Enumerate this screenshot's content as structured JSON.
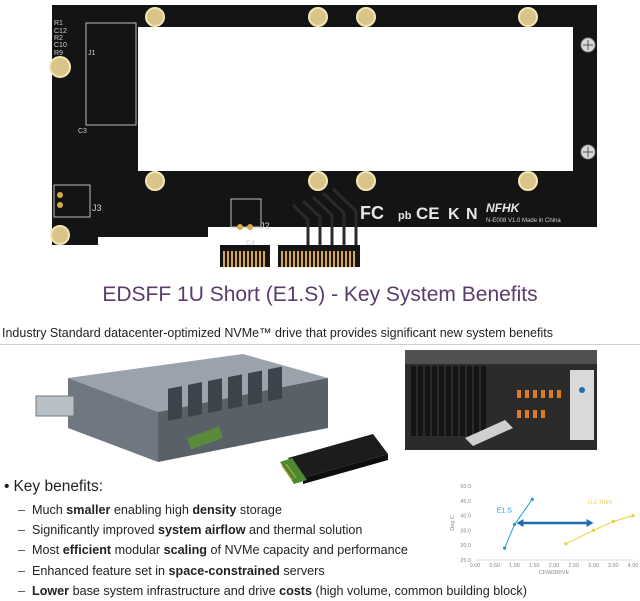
{
  "board": {
    "silk_labels": [
      "J1",
      "J2",
      "J3",
      "C3",
      "C4",
      "C12",
      "C10",
      "R1",
      "R2",
      "R9"
    ],
    "brand": "NFHK",
    "model": "N-E008 V1.0 Made in China",
    "cert_marks": [
      "FC",
      "pb",
      "CE",
      "K",
      "N"
    ]
  },
  "headline": "EDSFF 1U Short (E1.S) - Key System Benefits",
  "intro": "Industry Standard datacenter-optimized NVMe™ drive that provides significant new system benefits",
  "benefits": {
    "title": "Key benefits:",
    "items": [
      {
        "parts": [
          {
            "t": "Much ",
            "b": false
          },
          {
            "t": "smaller",
            "b": true
          },
          {
            "t": " enabling high ",
            "b": false
          },
          {
            "t": "density",
            "b": true
          },
          {
            "t": " storage",
            "b": false
          }
        ]
      },
      {
        "parts": [
          {
            "t": "Significantly improved ",
            "b": false
          },
          {
            "t": "system airflow",
            "b": true
          },
          {
            "t": " and thermal solution",
            "b": false
          }
        ]
      },
      {
        "parts": [
          {
            "t": "Most ",
            "b": false
          },
          {
            "t": "efficient",
            "b": true
          },
          {
            "t": " modular ",
            "b": false
          },
          {
            "t": "scaling",
            "b": true
          },
          {
            "t": " of NVMe capacity and performance",
            "b": false
          }
        ]
      },
      {
        "parts": [
          {
            "t": "Enhanced feature set in ",
            "b": false
          },
          {
            "t": "space-constrained",
            "b": true
          },
          {
            "t": " servers",
            "b": false
          }
        ]
      },
      {
        "parts": [
          {
            "t": "Lower",
            "b": true
          },
          {
            "t": " base system infrastructure and drive ",
            "b": false
          },
          {
            "t": "costs",
            "b": true
          },
          {
            "t": " (high volume, common building block)",
            "b": false
          }
        ]
      }
    ]
  },
  "chart_data": {
    "type": "line",
    "xlabel": "CFM/DRIVE",
    "ylabel": "Deg C",
    "xlim": [
      0,
      4.0
    ],
    "ylim": [
      25.0,
      50.0
    ],
    "x_ticks": [
      "0.00",
      "0.50",
      "1.00",
      "1.50",
      "2.00",
      "2.50",
      "3.00",
      "3.50",
      "4.00"
    ],
    "y_ticks": [
      "25.0",
      "30.0",
      "35.0",
      "40.0",
      "45.0",
      "50.0"
    ],
    "series": [
      {
        "name": "E1.S",
        "color": "#1f9bd7",
        "points": [
          [
            0.75,
            29.0
          ],
          [
            1.0,
            37.0
          ],
          [
            1.45,
            45.5
          ]
        ]
      },
      {
        "name": "U.2 7mm",
        "color": "#e8d23a",
        "points": [
          [
            2.3,
            30.5
          ],
          [
            3.0,
            35.0
          ],
          [
            3.5,
            38.0
          ],
          [
            4.0,
            40.0
          ]
        ]
      }
    ],
    "grid": false
  },
  "colors": {
    "headline": "#5b3a6e",
    "pcb": "#161616",
    "gold": "#d8a84a",
    "arrow": "#1f6fb0"
  }
}
